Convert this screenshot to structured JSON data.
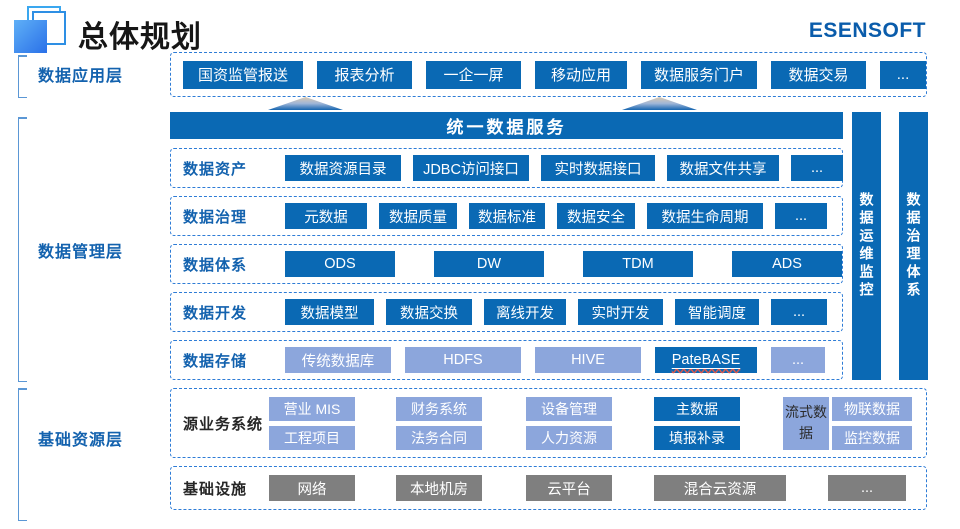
{
  "header": {
    "title": "总体规划",
    "brand": "ESENSOFT"
  },
  "layers": {
    "application": {
      "label": "数据应用层",
      "items": [
        "国资监管报送",
        "报表分析",
        "一企一屏",
        "移动应用",
        "数据服务门户",
        "数据交易",
        "..."
      ]
    },
    "management": {
      "label": "数据管理层",
      "banner": "统一数据服务",
      "rows": [
        {
          "label": "数据资产",
          "items": [
            "数据资源目录",
            "JDBC访问接口",
            "实时数据接口",
            "数据文件共享",
            "..."
          ]
        },
        {
          "label": "数据治理",
          "items": [
            "元数据",
            "数据质量",
            "数据标准",
            "数据安全",
            "数据生命周期",
            "..."
          ]
        },
        {
          "label": "数据体系",
          "items": [
            "ODS",
            "DW",
            "TDM",
            "ADS"
          ]
        },
        {
          "label": "数据开发",
          "items": [
            "数据模型",
            "数据交换",
            "离线开发",
            "实时开发",
            "智能调度",
            "..."
          ]
        },
        {
          "label": "数据存储",
          "items": [
            "传统数据库",
            "HDFS",
            "HIVE",
            "PateBASE",
            "..."
          ]
        }
      ],
      "sidebars": [
        "数据运维监控",
        "数据治理体系"
      ]
    },
    "resource": {
      "label": "基础资源层",
      "source_systems": {
        "label": "源业务系统",
        "groups": [
          {
            "items": [
              "营业 MIS",
              "工程项目"
            ]
          },
          {
            "items": [
              "财务系统",
              "法务合同"
            ]
          },
          {
            "items": [
              "设备管理",
              "人力资源"
            ]
          },
          {
            "items": [
              "主数据",
              "填报补录"
            ]
          },
          {
            "items": [
              "流式数据"
            ]
          },
          {
            "items": [
              "物联数据",
              "监控数据"
            ]
          }
        ]
      },
      "infrastructure": {
        "label": "基础设施",
        "items": [
          "网络",
          "本地机房",
          "云平台",
          "混合云资源",
          "..."
        ]
      }
    }
  },
  "colors": {
    "primary_blue": "#0a69b4",
    "light_blue": "#8ca6dc",
    "gray": "#7f7f7f",
    "dashed_border": "#2e7cd6",
    "label_blue": "#1362ae",
    "brand_blue": "#0a5cab"
  }
}
